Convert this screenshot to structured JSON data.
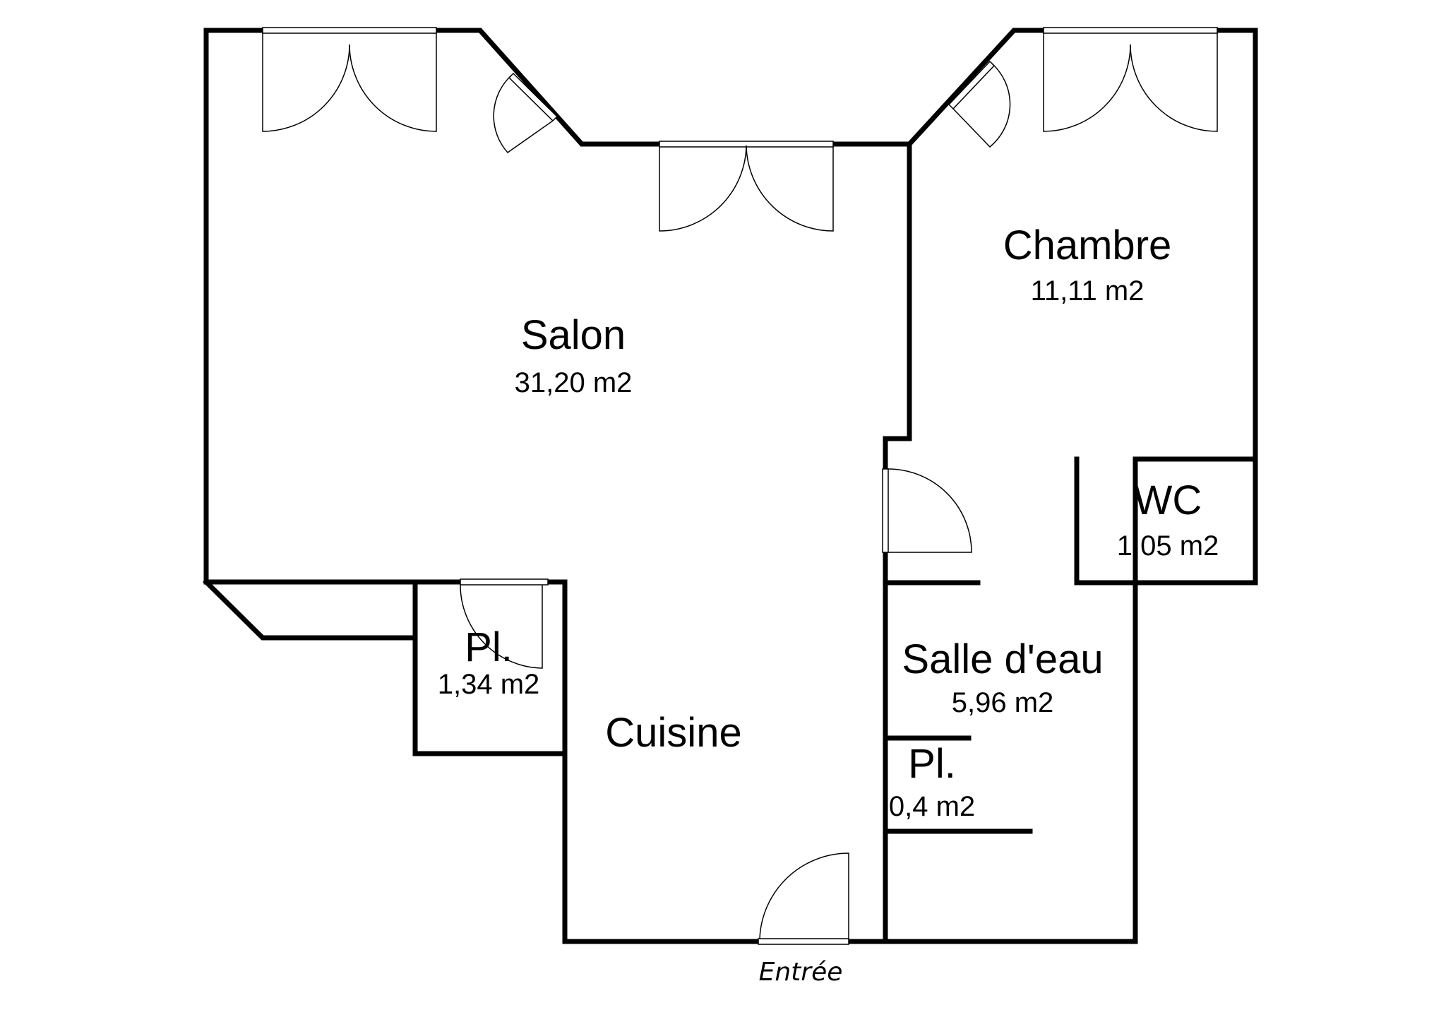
{
  "rooms": {
    "salon": {
      "name": "Salon",
      "area": "31,20 m2"
    },
    "chambre": {
      "name": "Chambre",
      "area": "11,11 m2"
    },
    "wc": {
      "name": "WC",
      "area": "1,05 m2"
    },
    "salle_eau": {
      "name": "Salle d'eau",
      "area": "5,96 m2"
    },
    "placard_cuisine": {
      "name": "Pl.",
      "area": "1,34 m2"
    },
    "cuisine": {
      "name": "Cuisine"
    },
    "placard_sde": {
      "name": "Pl.",
      "area": "0,4 m2"
    }
  },
  "entry": {
    "label": "Entrée"
  }
}
